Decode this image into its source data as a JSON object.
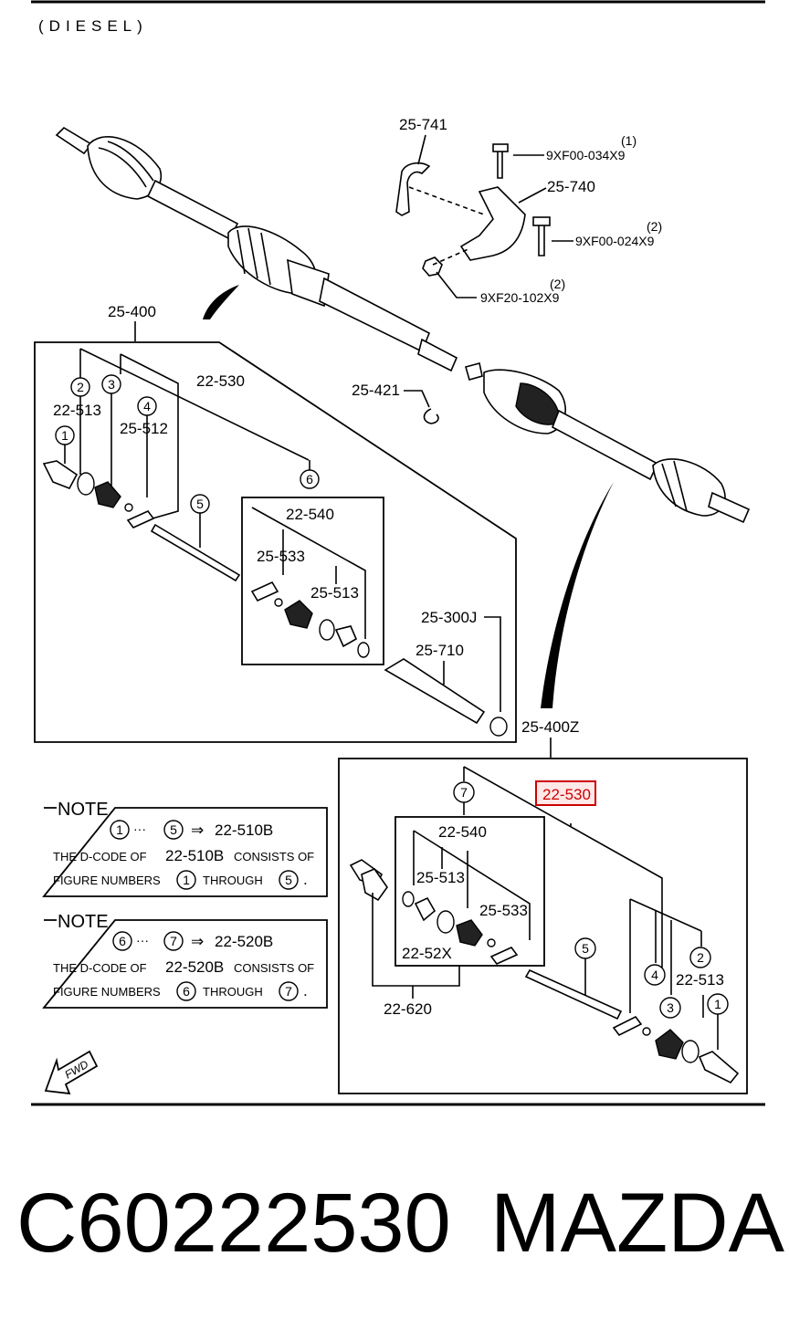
{
  "header": {
    "variant": "(DIESEL)"
  },
  "upper_assembly": {
    "main_labels": [
      "25-741",
      "25-740",
      "25-421",
      "25-400",
      "22-530",
      "22-513",
      "25-512",
      "22-540",
      "25-533",
      "25-513",
      "25-300J",
      "25-710",
      "25-400Z"
    ],
    "bolt_1": {
      "code": "9XF00-034X9",
      "qty": "(1)"
    },
    "bolt_2": {
      "code": "9XF00-024X9",
      "qty": "(2)"
    },
    "nut": {
      "code": "9XF20-102X9",
      "qty": "(2)"
    }
  },
  "lower_assembly": {
    "labels": [
      "22-530",
      "22-540",
      "25-513",
      "25-533",
      "22-52X",
      "22-620",
      "22-513"
    ],
    "highlighted_label": "22-530",
    "highlight_color": "#cc0000"
  },
  "figure_numbers": [
    "1",
    "2",
    "3",
    "4",
    "5",
    "6",
    "7"
  ],
  "notes": [
    {
      "title": "NOTE",
      "from": "1",
      "to": "5",
      "arrow": "⇒",
      "dcode": "22-510B",
      "line1_a": "THE D-CODE OF",
      "line1_b": "CONSISTS OF",
      "line2_a": "FIGURE NUMBERS",
      "line2_b": "THROUGH",
      "dots": "···"
    },
    {
      "title": "NOTE",
      "from": "6",
      "to": "7",
      "arrow": "⇒",
      "dcode": "22-520B",
      "line1_a": "THE D-CODE OF",
      "line1_b": "CONSISTS OF",
      "line2_a": "FIGURE NUMBERS",
      "line2_b": "THROUGH",
      "dots": "···"
    }
  ],
  "fwd_label": "FWD",
  "footer": {
    "part_number": "C60222530",
    "brand": "MAZDA"
  }
}
